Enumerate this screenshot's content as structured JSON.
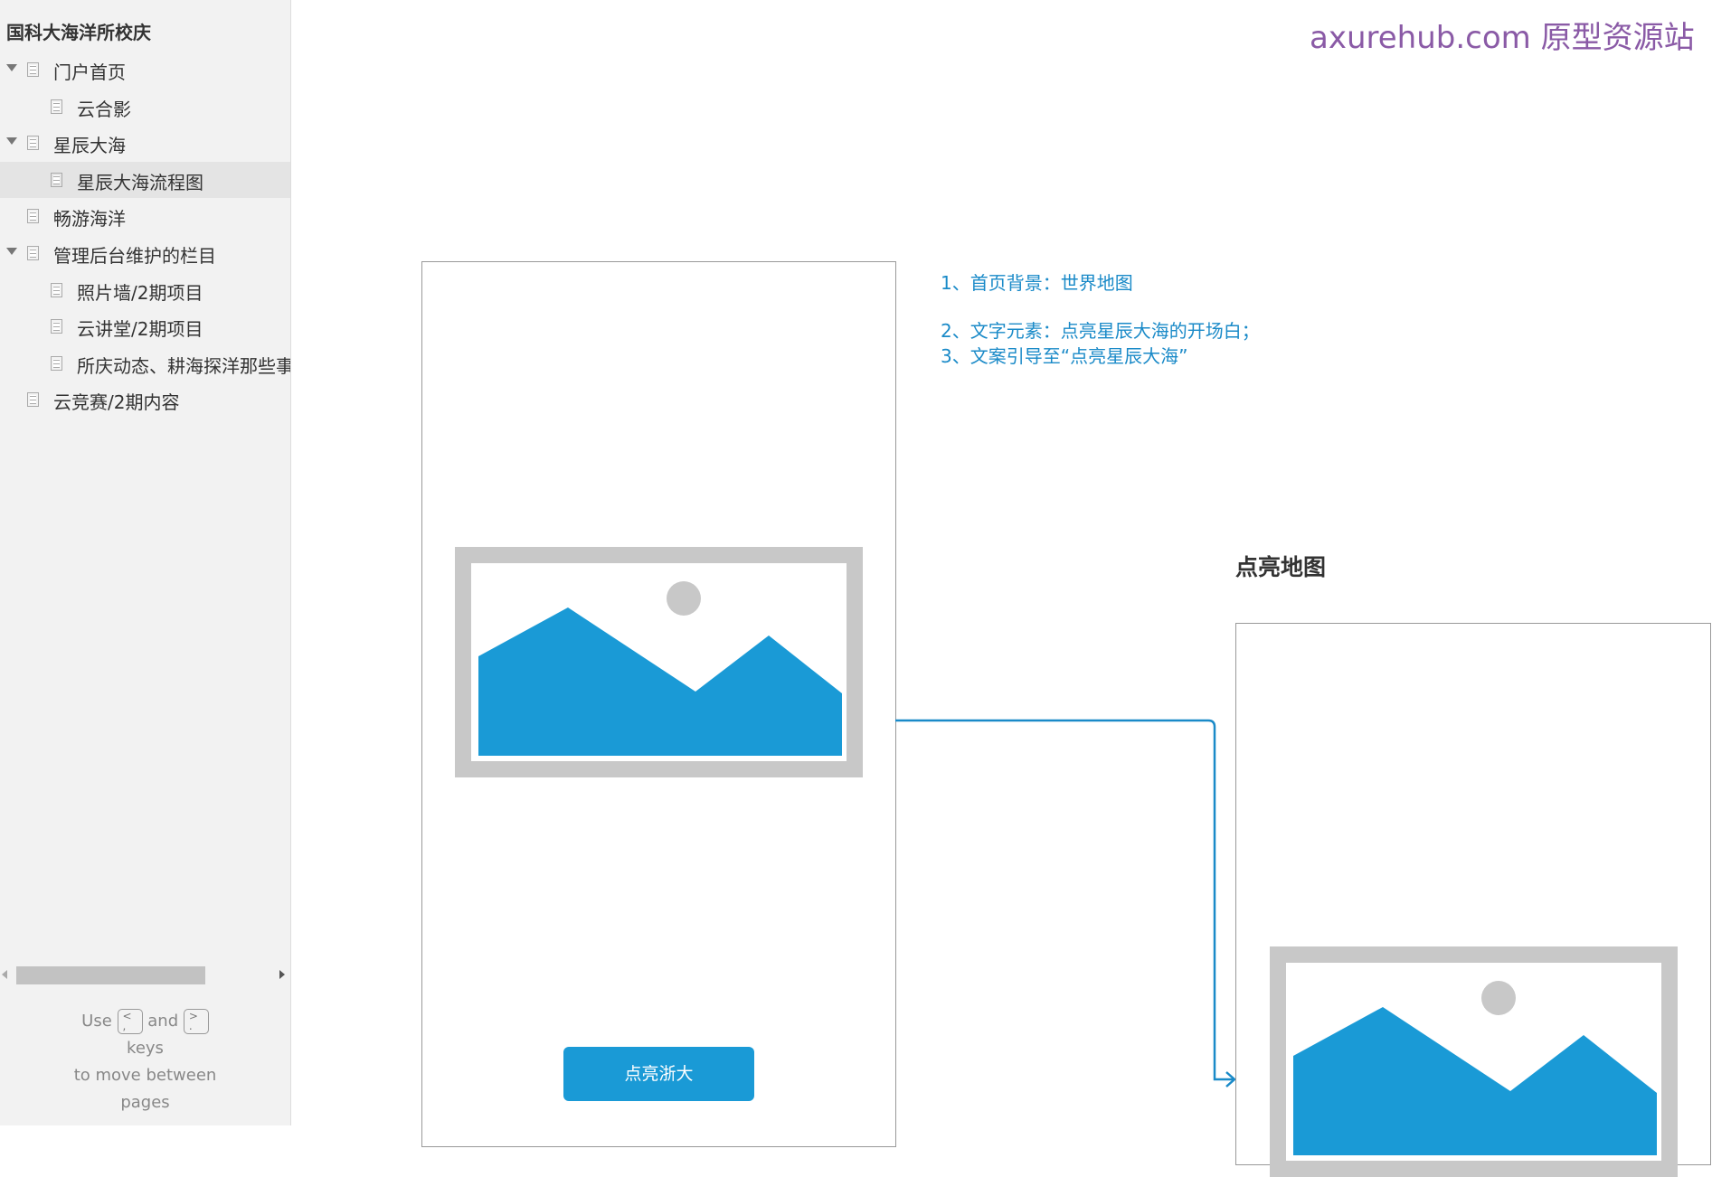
{
  "sidebar": {
    "title": "国科大海洋所校庆",
    "items": [
      {
        "label": "门户首页",
        "level": 0,
        "expanded": true
      },
      {
        "label": "云合影",
        "level": 1
      },
      {
        "label": "星辰大海",
        "level": 0,
        "expanded": true
      },
      {
        "label": "星辰大海流程图",
        "level": 1,
        "selected": true
      },
      {
        "label": "畅游海洋",
        "level": 0
      },
      {
        "label": "管理后台维护的栏目",
        "level": 0,
        "expanded": true
      },
      {
        "label": "照片墙/2期项目",
        "level": 1
      },
      {
        "label": "云讲堂/2期项目",
        "level": 1
      },
      {
        "label": "所庆动态、耕海探洋那些事",
        "level": 1
      },
      {
        "label": "云竞赛/2期内容",
        "level": 0
      }
    ],
    "hint": {
      "use": "Use",
      "and": "and",
      "keys": "keys",
      "move": "to move between",
      "pages": "pages",
      "key_prev": "<\n,",
      "key_next": ">\n."
    }
  },
  "watermark": "axurehub.com 原型资源站",
  "canvas": {
    "notes": [
      "1、首页背景：世界地图",
      "2、文字元素：点亮星辰大海的开场白；",
      "3、文案引导至“点亮星辰大海”"
    ],
    "button_label": "点亮浙大",
    "second_title": "点亮地图",
    "colors": {
      "accent": "#1a9ad6",
      "placeholder": "#c8c8c8",
      "note": "#1a8ac8"
    }
  }
}
